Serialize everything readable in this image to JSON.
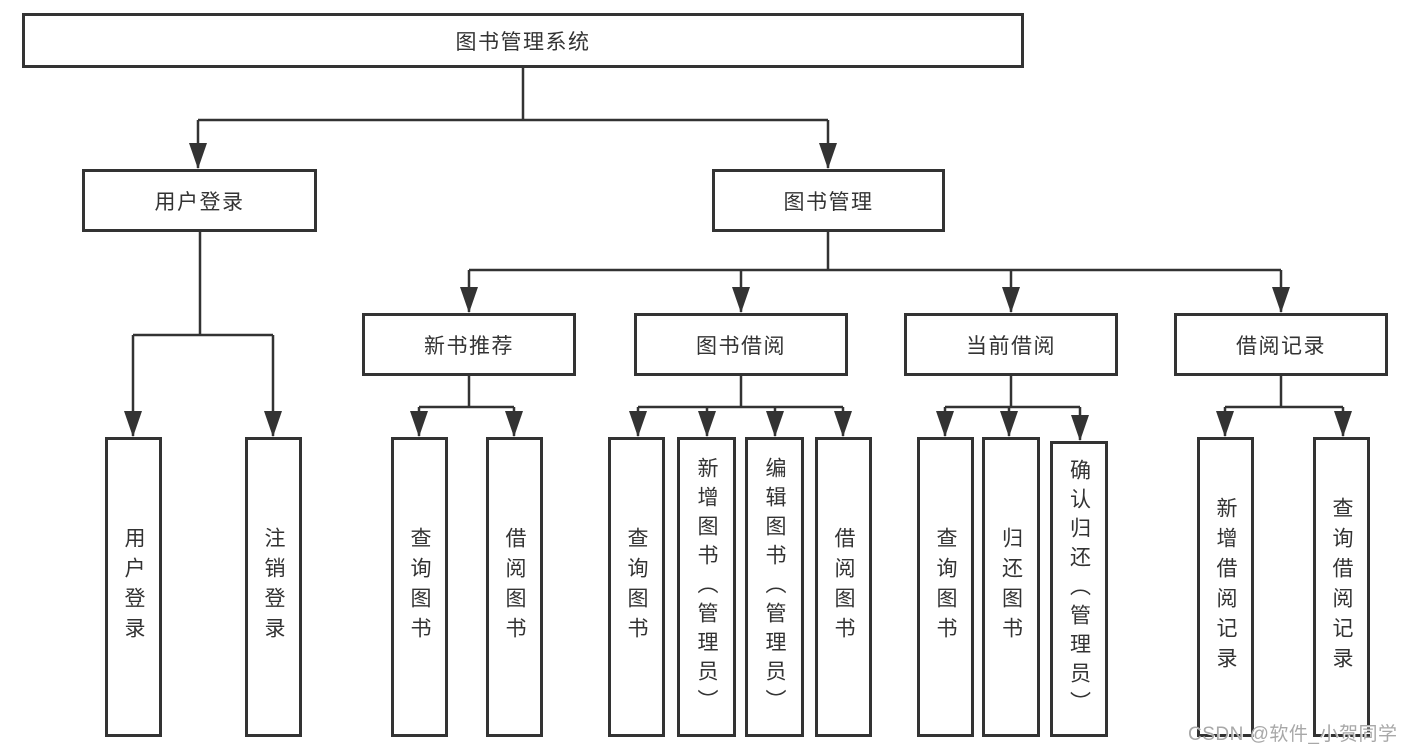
{
  "diagram": {
    "title": "图书管理系统",
    "watermark": "CSDN @软件_小贺同学",
    "colors": {
      "line": "#333333",
      "text": "#333333",
      "watermark": "#a8a8a8",
      "background": "#ffffff"
    },
    "tree": {
      "root": "图书管理系统",
      "children": [
        {
          "label": "用户登录",
          "children": [
            "用户登录",
            "注销登录"
          ]
        },
        {
          "label": "图书管理",
          "children": [
            {
              "label": "新书推荐",
              "children": [
                "查询图书",
                "借阅图书"
              ]
            },
            {
              "label": "图书借阅",
              "children": [
                "查询图书",
                "新增图书（管理员）",
                "编辑图书（管理员）",
                "借阅图书"
              ]
            },
            {
              "label": "当前借阅",
              "children": [
                "查询图书",
                "归还图书",
                "确认归还（管理员）"
              ]
            },
            {
              "label": "借阅记录",
              "children": [
                "新增借阅记录",
                "查询借阅记录"
              ]
            }
          ]
        }
      ]
    }
  }
}
